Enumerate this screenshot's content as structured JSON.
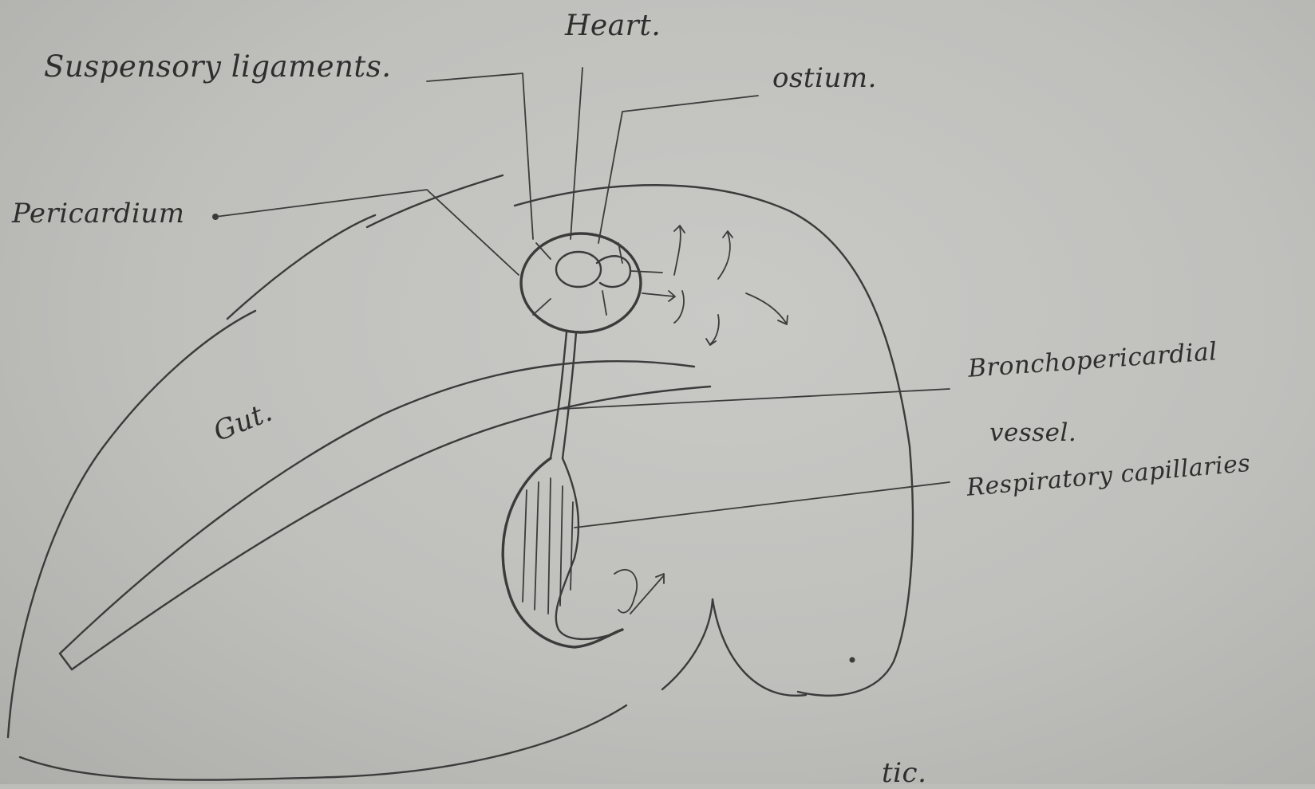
{
  "diagram": {
    "labels": {
      "heart": "Heart.",
      "suspensory_ligaments": "Suspensory ligaments.",
      "ostium": "ostium.",
      "pericardium": "Pericardium",
      "gut": "Gut.",
      "bronchopericardial_line1": "Bronchopericardial",
      "bronchopericardial_line2": "vessel.",
      "respiratory_capillaries": "Respiratory capillaries",
      "bottom_fragment": "tic."
    }
  }
}
